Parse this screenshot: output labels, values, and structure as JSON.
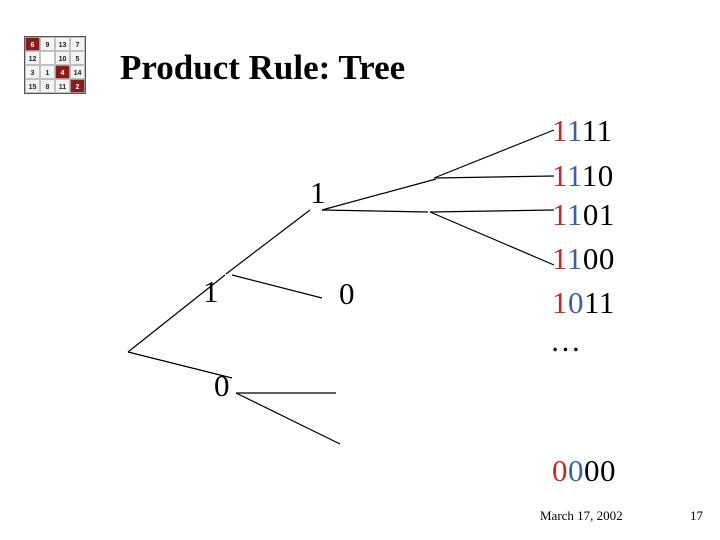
{
  "title": "Product Rule: Tree",
  "logo": {
    "cells": [
      "6",
      "9",
      "13",
      "7",
      "12",
      "",
      "10",
      "5",
      "3",
      "1",
      "4",
      "14",
      "15",
      "8",
      "11",
      "2"
    ],
    "dark_cells": [
      0,
      10,
      15
    ]
  },
  "tree": {
    "nodes": [
      "1",
      "0",
      "1",
      "0"
    ]
  },
  "leaves": [
    {
      "prefix": "1",
      "middle": "1",
      "rest": "11"
    },
    {
      "prefix": "1",
      "middle": "1",
      "rest": "10"
    },
    {
      "prefix": "1",
      "middle": "1",
      "rest": "01"
    },
    {
      "prefix": "1",
      "middle": "1",
      "rest": "00"
    },
    {
      "prefix": "1",
      "middle": "0",
      "rest": "11"
    }
  ],
  "ellipsis": "…",
  "last_leaf": {
    "prefix": "0",
    "middle": "0",
    "rest": "00"
  },
  "footer": {
    "date": "March 17, 2002",
    "page": "17"
  },
  "colors": {
    "red": "#c0282d",
    "blue": "#3a5fb0",
    "dark_cell": "#8b1a1a"
  }
}
